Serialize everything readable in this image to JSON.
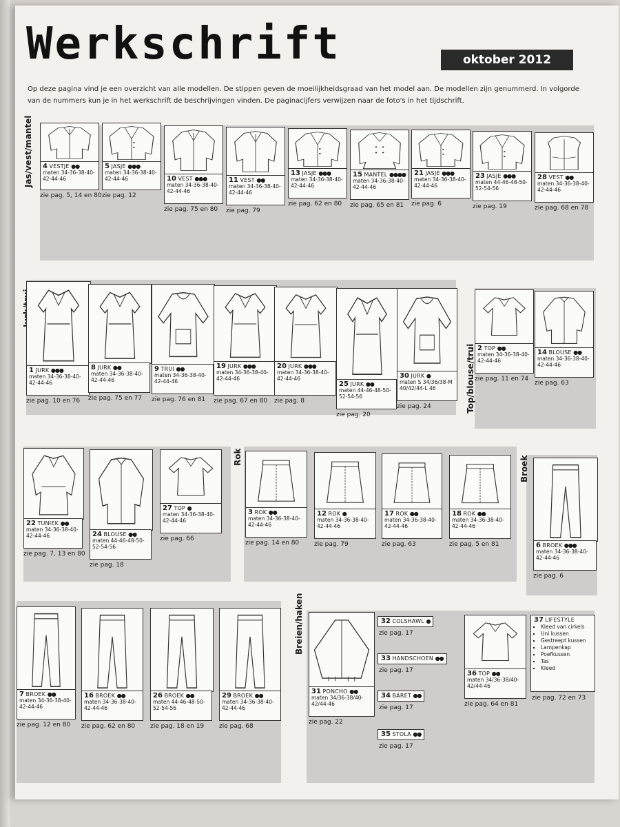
{
  "header": {
    "title": "Werkschrift",
    "date": "oktober 2012"
  },
  "intro": "Op deze pagina vind je een overzicht van alle modellen. De stippen geven de moeilijkheidsgraad van het model aan. De modellen zijn genummerd. In volgorde van de nummers kun je in het werkschrift de beschrijvingen vinden. De paginacijfers verwijzen naar de foto's in het tijdschrift.",
  "sections": {
    "jas": "Jas/vest/mantel",
    "jurk": "Jurk/trui",
    "top": "Top/blouse/trui",
    "rok": "Rok",
    "broek": "Broek",
    "breien": "Breien/haken"
  },
  "items": [
    {
      "num": "4",
      "name": "VESTJE",
      "dots": "●●",
      "sizes": "maten 34-36-38-40-42-44-46",
      "page": "zie pag. 5, 14 en 80",
      "icon": "cardigan-sketch-icon"
    },
    {
      "num": "5",
      "name": "JASJE",
      "dots": "●●●",
      "sizes": "maten 34-36-38-40-42-44-46",
      "page": "zie pag. 12",
      "icon": "jacket-sketch-icon"
    },
    {
      "num": "10",
      "name": "VEST",
      "dots": "●●●",
      "sizes": "maten 34-36-38-40-42-44-46",
      "page": "zie pag. 75 en 80",
      "icon": "cardigan-sketch-icon"
    },
    {
      "num": "11",
      "name": "VEST",
      "dots": "●●",
      "sizes": "maten 34-36-38-40-42-44-46",
      "page": "zie pag. 79",
      "icon": "cardigan-sketch-icon"
    },
    {
      "num": "13",
      "name": "JASJE",
      "dots": "●●●",
      "sizes": "maten 34-36-38-40-42-44-46",
      "page": "zie pag. 62 en 80",
      "icon": "jacket-sketch-icon"
    },
    {
      "num": "15",
      "name": "MANTEL",
      "dots": "●●●●",
      "sizes": "maten 34-36-38-40-42-44-46",
      "page": "zie pag. 65 en 81",
      "icon": "coat-sketch-icon"
    },
    {
      "num": "21",
      "name": "JASJE",
      "dots": "●●●",
      "sizes": "maten 34-36-38-40-42-44-46",
      "page": "zie pag. 6",
      "icon": "jacket-sketch-icon"
    },
    {
      "num": "23",
      "name": "JASJE",
      "dots": "●●●",
      "sizes": "maten 44-46-48-50-52-54-56",
      "page": "zie pag. 19",
      "icon": "jacket-sketch-icon"
    },
    {
      "num": "28",
      "name": "VEST",
      "dots": "●●",
      "sizes": "maten 34-36-38-40-42-44-46",
      "page": "zie pag. 68 en 78",
      "icon": "vest-sketch-icon"
    },
    {
      "num": "1",
      "name": "JURK",
      "dots": "●●●",
      "sizes": "maten 34-36-38-40-42-44-46",
      "page": "zie pag. 10 en 76",
      "icon": "dress-sketch-icon"
    },
    {
      "num": "8",
      "name": "JURK",
      "dots": "●●",
      "sizes": "maten 34-36-38-40-42-44-46",
      "page": "zie pag. 75 en 77",
      "icon": "dress-sketch-icon"
    },
    {
      "num": "9",
      "name": "TRUI",
      "dots": "●●",
      "sizes": "maten 34-36-38-40-42-44-46",
      "page": "zie pag. 76 en 81",
      "icon": "sweater-sketch-icon"
    },
    {
      "num": "19",
      "name": "JURK",
      "dots": "●●●",
      "sizes": "maten 34-36-38-40-42-44-46",
      "page": "zie pag. 67 en 80",
      "icon": "dress-sketch-icon"
    },
    {
      "num": "20",
      "name": "JURK",
      "dots": "●●●",
      "sizes": "maten 34-36-38-40-42-44-46",
      "page": "zie pag. 8",
      "icon": "dress-sketch-icon"
    },
    {
      "num": "25",
      "name": "JURK",
      "dots": "●●",
      "sizes": "maten 44-46-48-50-52-54-56",
      "page": "zie pag. 20",
      "icon": "dress-sketch-icon"
    },
    {
      "num": "30",
      "name": "JURK",
      "dots": "●",
      "sizes": "maten S 34/36/38-M 40/42/44-L 46",
      "page": "zie pag. 24",
      "icon": "sweater-sketch-icon"
    },
    {
      "num": "2",
      "name": "TOP",
      "dots": "●●",
      "sizes": "maten 34-36-38-40-42-44-46",
      "page": "zie pag. 11 en 74",
      "icon": "top-sketch-icon"
    },
    {
      "num": "14",
      "name": "BLOUSE",
      "dots": "●●",
      "sizes": "maten 34-36-38-40-42-44-46",
      "page": "zie pag. 63",
      "icon": "blouse-sketch-icon"
    },
    {
      "num": "22",
      "name": "TUNIEK",
      "dots": "●●",
      "sizes": "maten 34-36-38-40-42-44-46",
      "page": "zie pag. 7, 13 en 80",
      "icon": "tunic-sketch-icon"
    },
    {
      "num": "24",
      "name": "BLOUSE",
      "dots": "●●",
      "sizes": "maten 44-46-48-50-52-54-56",
      "page": "zie pag. 18",
      "icon": "blouse-sketch-icon"
    },
    {
      "num": "27",
      "name": "TOP",
      "dots": "●",
      "sizes": "maten 34-36-38-40-42-44-46",
      "page": "zie pag. 66",
      "icon": "top-sketch-icon"
    },
    {
      "num": "3",
      "name": "ROK",
      "dots": "●●",
      "sizes": "maten 34-36-38-40-42-44-46",
      "page": "zie pag. 14 en 80",
      "icon": "skirt-sketch-icon"
    },
    {
      "num": "12",
      "name": "ROK",
      "dots": "●",
      "sizes": "maten 34-36-38-40-42-44-46",
      "page": "zie pag. 79",
      "icon": "skirt-sketch-icon"
    },
    {
      "num": "17",
      "name": "ROK",
      "dots": "●●",
      "sizes": "maten 34-36-38-40-42-44-46",
      "page": "zie pag. 63",
      "icon": "skirt-sketch-icon"
    },
    {
      "num": "18",
      "name": "ROK",
      "dots": "●●",
      "sizes": "maten 34-36-38-40-42-44-46",
      "page": "zie pag. 5 en 81",
      "icon": "skirt-sketch-icon"
    },
    {
      "num": "6",
      "name": "BROEK",
      "dots": "●●●",
      "sizes": "maten 34-36-38-40-42-44-46",
      "page": "zie pag. 6",
      "icon": "trousers-sketch-icon"
    },
    {
      "num": "7",
      "name": "BROEK",
      "dots": "●●",
      "sizes": "maten 34-36-38-40-42-44-46",
      "page": "zie pag. 12 en 80",
      "icon": "trousers-sketch-icon"
    },
    {
      "num": "16",
      "name": "BROEK",
      "dots": "●●",
      "sizes": "maten 34-36-38-40-42-44-46",
      "page": "zie pag. 62 en 80",
      "icon": "trousers-sketch-icon"
    },
    {
      "num": "26",
      "name": "BROEK",
      "dots": "●●",
      "sizes": "maten 44-46-48-50-52-54-56",
      "page": "zie pag. 18 en 19",
      "icon": "trousers-sketch-icon"
    },
    {
      "num": "29",
      "name": "BROEK",
      "dots": "●●",
      "sizes": "maten 34-36-38-40-42-44-46",
      "page": "zie pag. 68",
      "icon": "trousers-sketch-icon"
    },
    {
      "num": "31",
      "name": "PONCHO",
      "dots": "●●",
      "sizes": "maten 34/36-38/40-42/44-46",
      "page": "zie pag. 22",
      "icon": "poncho-sketch-icon"
    },
    {
      "num": "36",
      "name": "TOP",
      "dots": "●●",
      "sizes": "maten 34/36-38/40-42/44-46",
      "page": "zie pag. 64 en 81",
      "icon": "top-sketch-icon"
    }
  ],
  "accessories": [
    {
      "num": "32",
      "name": "COLSHAWL",
      "dots": "●",
      "page": "zie pag. 17"
    },
    {
      "num": "33",
      "name": "HANDSCHOEN",
      "dots": "●●",
      "page": "zie pag. 17"
    },
    {
      "num": "34",
      "name": "BARET",
      "dots": "●●",
      "page": "zie pag. 17"
    },
    {
      "num": "35",
      "name": "STOLA",
      "dots": "●●",
      "page": "zie pag. 17"
    }
  ],
  "lifestyle": {
    "num": "37",
    "name": "LIFESTYLE",
    "items": [
      "Kleed van cirkels",
      "Uni kussen",
      "Gestreept kussen",
      "Lampenkap",
      "Poefkussen",
      "Tas",
      "Kleed"
    ],
    "page": "zie pag. 72 en 73"
  }
}
